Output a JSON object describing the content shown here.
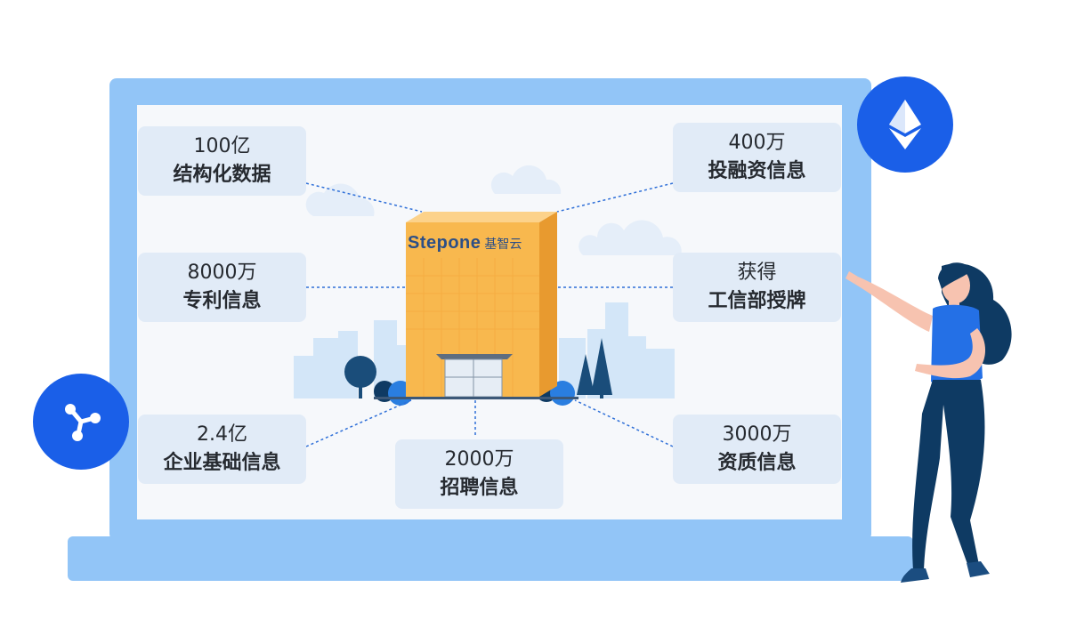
{
  "brand": {
    "logo_text": "Stepone",
    "logo_cn": "基智云"
  },
  "cards": [
    {
      "id": "structured-data",
      "value": "100亿",
      "label": "结构化数据"
    },
    {
      "id": "patent-info",
      "value": "8000万",
      "label": "专利信息"
    },
    {
      "id": "enterprise-info",
      "value": "2.4亿",
      "label": "企业基础信息"
    },
    {
      "id": "recruitment-info",
      "value": "2000万",
      "label": "招聘信息"
    },
    {
      "id": "financing-info",
      "value": "400万",
      "label": "投融资信息"
    },
    {
      "id": "miit-license",
      "value": "获得",
      "label": "工信部授牌"
    },
    {
      "id": "qualification-info",
      "value": "3000万",
      "label": "资质信息"
    }
  ],
  "icons": {
    "left_badge": "share-network-icon",
    "right_badge": "ethereum-diamond-icon"
  },
  "colors": {
    "frame": "#92c5f7",
    "screen": "#f6f8fb",
    "card": "#e1ebf7",
    "badge": "#1a5fe8",
    "building": "#f8b84e",
    "connector": "#2e6fd8"
  }
}
